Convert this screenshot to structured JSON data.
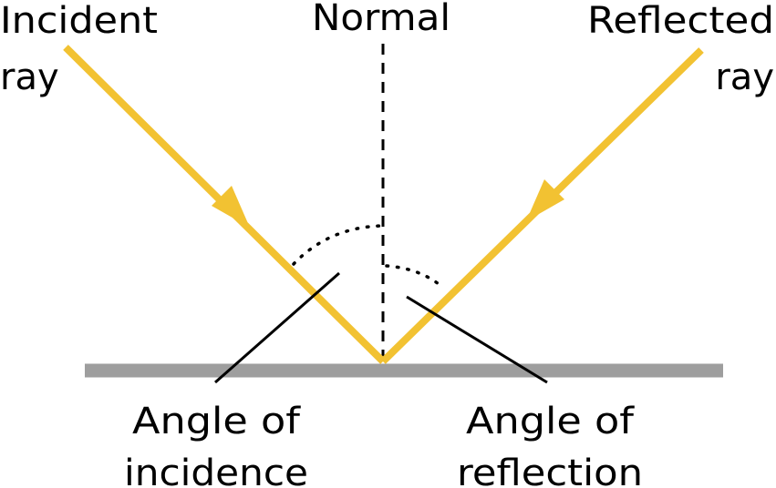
{
  "labels": {
    "incident_line1": "Incident",
    "incident_line2": "ray",
    "normal": "Normal",
    "reflected_line1": "Reflected",
    "reflected_line2": "ray",
    "incidence_line1": "Angle of",
    "incidence_line2": "incidence",
    "reflection_line1": "Angle of",
    "reflection_line2": "reflection"
  },
  "colors": {
    "ray": "#F2C232",
    "mirror": "#9E9E9E",
    "ink": "#000000"
  }
}
